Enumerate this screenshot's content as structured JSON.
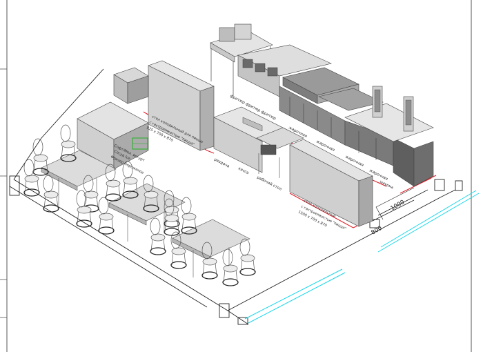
{
  "colors": {
    "red_dim": "#e0202a",
    "cyan": "#19d6e8",
    "equipment_top": "#e2e2e2",
    "equipment_left": "#cfcfcf",
    "equipment_right": "#a9a9a9",
    "cabinet_dark": "#6e6e6e",
    "green_mark": "#22b022"
  },
  "labels": {
    "fryer": "фритюр фритюр фритюр",
    "cold_table_pizza": "стол холодильный для пиццы",
    "cold_table_pizza_2": "с гастроемкостью \"пицца\"",
    "cold_table_pizza_3": "925 х 700 х 870",
    "cold_table_2": "стол холодильный",
    "cold_table_2b": "с гастроемкостью \"пицца\"",
    "cold_table_2c": "1500 х 700 х 870",
    "soft_ice_1": "Софт/Мол. йогурт",
    "soft_ice_2": "Сосуд Ice",
    "soft_ice_3": "Фризер мороженое",
    "razdacha": "раздача",
    "kassa": "касса",
    "work_table": "рабочий стол",
    "griddle_1": "жарочная",
    "griddle_2": "жарочная",
    "griddle_3": "жарочная",
    "griddle_4": "жарочная",
    "shawarma": "шаурма"
  },
  "dimensions": {
    "d1000": "1000",
    "d800": "800"
  }
}
